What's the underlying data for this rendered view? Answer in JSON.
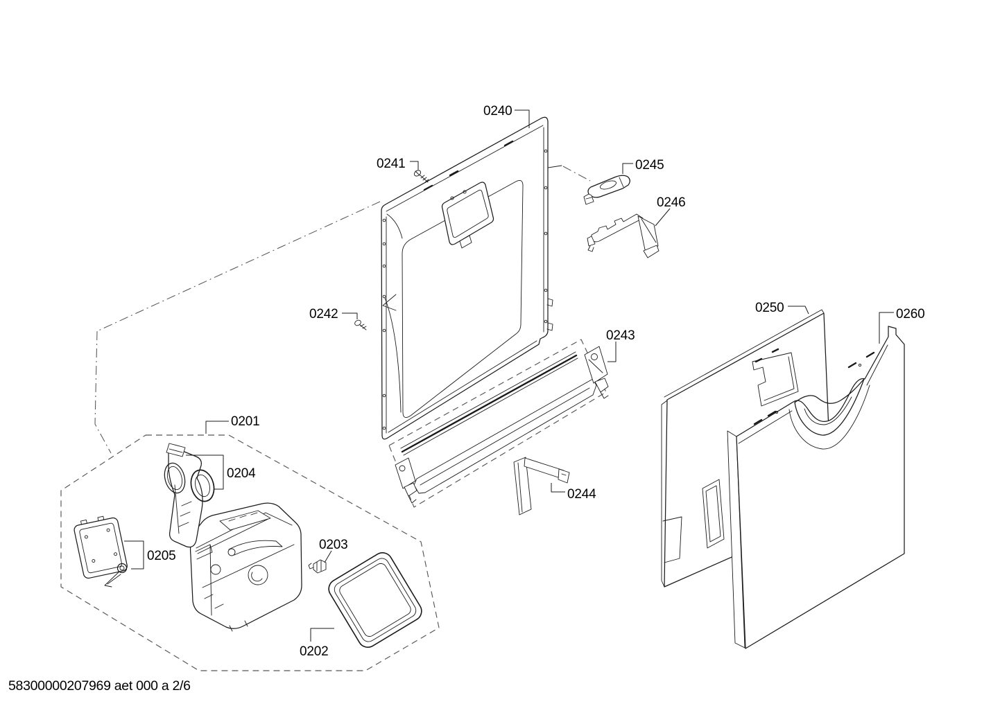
{
  "page": {
    "background": "#ffffff",
    "footer_code": "58300000207969 aet 000 a 2/6"
  },
  "style": {
    "line_color": "#1a1a1a",
    "boundary_dash_color": "#555555",
    "label_color": "#000000"
  },
  "parts": {
    "p0201": {
      "label": "0201"
    },
    "p0202": {
      "label": "0202"
    },
    "p0203": {
      "label": "0203"
    },
    "p0204": {
      "label": "0204"
    },
    "p0205": {
      "label": "0205"
    },
    "p0240": {
      "label": "0240"
    },
    "p0241": {
      "label": "0241"
    },
    "p0242": {
      "label": "0242"
    },
    "p0243": {
      "label": "0243"
    },
    "p0244": {
      "label": "0244"
    },
    "p0245": {
      "label": "0245"
    },
    "p0246": {
      "label": "0246"
    },
    "p0250": {
      "label": "0250"
    },
    "p0260": {
      "label": "0260"
    }
  }
}
